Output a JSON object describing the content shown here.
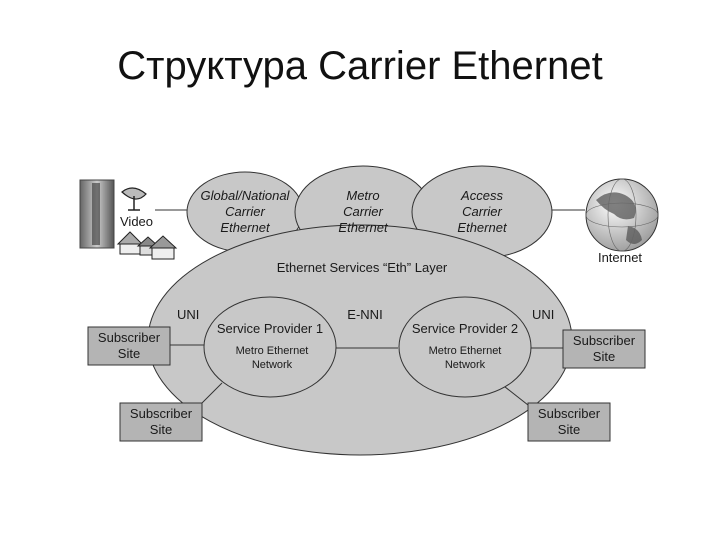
{
  "title": "Структура Carrier Ethernet",
  "top_clouds": [
    {
      "lines": [
        "Global/National",
        "Carrier",
        "Ethernet"
      ]
    },
    {
      "lines": [
        "Metro",
        "Carrier",
        "Ethernet"
      ]
    },
    {
      "lines": [
        "Access",
        "Carrier",
        "Ethernet"
      ]
    }
  ],
  "left_media": {
    "video_label": "Video"
  },
  "right_media": {
    "internet_label": "Internet"
  },
  "eth_layer_label": "Ethernet Services “Eth” Layer",
  "providers": [
    {
      "name": "Service Provider 1",
      "network_lines": [
        "Metro Ethernet",
        "Network"
      ]
    },
    {
      "name": "Service Provider 2",
      "network_lines": [
        "Metro Ethernet",
        "Network"
      ]
    }
  ],
  "interfaces": {
    "uni_left": "UNI",
    "enni": "E-NNI",
    "uni_right": "UNI"
  },
  "subscriber_sites": [
    {
      "lines": [
        "Subscriber",
        "Site"
      ]
    },
    {
      "lines": [
        "Subscriber",
        "Site"
      ]
    },
    {
      "lines": [
        "Subscriber",
        "Site"
      ]
    },
    {
      "lines": [
        "Subscriber",
        "Site"
      ]
    }
  ],
  "colors": {
    "fill": "#c8c8c8",
    "box": "#b4b4b4",
    "stroke": "#333333"
  }
}
